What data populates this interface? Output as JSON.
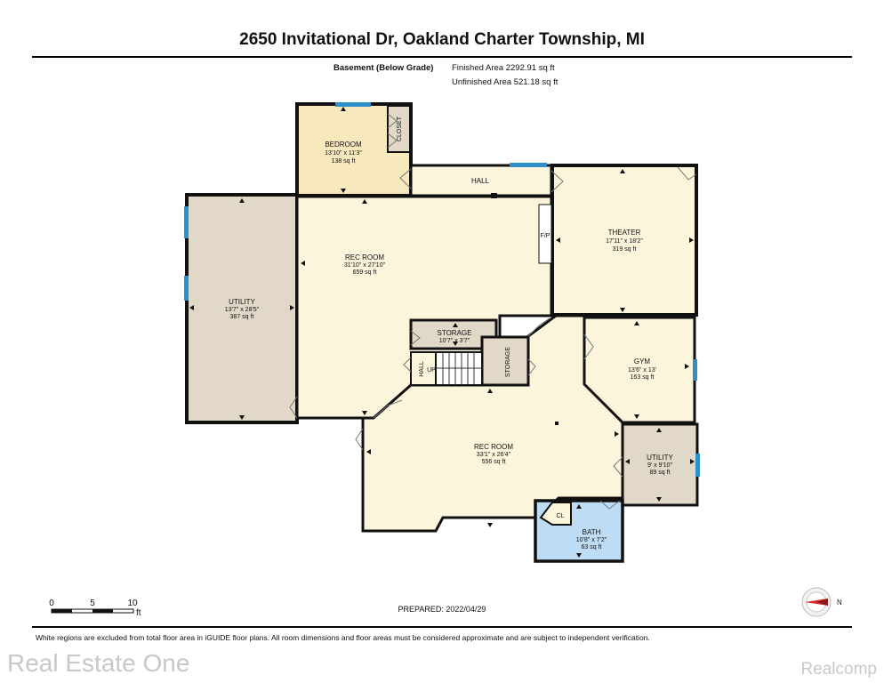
{
  "address": "2650 Invitational Dr, Oakland Charter Township, MI",
  "level": "Basement (Below Grade)",
  "finished_area": "Finished Area 2292.91 sq ft",
  "unfinished_area": "Unfinished Area 521.18 sq ft",
  "rooms": {
    "bedroom": {
      "name": "BEDROOM",
      "dims": "13'10\" x 11'3\"",
      "area": "138 sq ft"
    },
    "closet": {
      "name": "CLOSET"
    },
    "hall_top": {
      "name": "HALL"
    },
    "theater": {
      "name": "THEATER",
      "dims": "17'11\" x 18'2\"",
      "area": "319 sq ft"
    },
    "fp": {
      "name": "F/P"
    },
    "rec_room_1": {
      "name": "REC ROOM",
      "dims": "31'10\" x 27'10\"",
      "area": "659 sq ft"
    },
    "utility_left": {
      "name": "UTILITY",
      "dims": "13'7\" x 28'5\"",
      "area": "387 sq ft"
    },
    "storage_1": {
      "name": "STORAGE",
      "dims": "10'7\" x 3'7\""
    },
    "storage_2": {
      "name": "STORAGE"
    },
    "hall_stairs": {
      "name": "HALL"
    },
    "stairs": {
      "name": "UP"
    },
    "gym": {
      "name": "GYM",
      "dims": "13'6\" x 13'",
      "area": "163 sq ft"
    },
    "utility_right": {
      "name": "UTILITY",
      "dims": "9' x 9'10\"",
      "area": "89 sq ft"
    },
    "rec_room_2": {
      "name": "REC ROOM",
      "dims": "33'1\" x 26'4\"",
      "area": "556 sq ft"
    },
    "bath": {
      "name": "BATH",
      "dims": "10'8\" x 7'2\"",
      "area": "63 sq ft"
    },
    "cl": {
      "name": "CL"
    }
  },
  "scale": {
    "labels": [
      "0",
      "5",
      "10"
    ],
    "unit": "ft"
  },
  "compass": {
    "label": "N"
  },
  "prepared": "PREPARED: 2022/04/29",
  "disclaimer": "White regions are excluded from total floor area in iGUIDE floor plans. All room dimensions and floor areas must be considered approximate and are subject to independent verification.",
  "watermark_left": "Real Estate One",
  "watermark_right": "Realcomp",
  "colors": {
    "finished": "#fbf5dc",
    "bedroom": "#f7e8bd",
    "unfinished": "#e2d8c8",
    "bath": "#bedcf3",
    "window": "#2f8fc9",
    "wall": "#111111"
  }
}
